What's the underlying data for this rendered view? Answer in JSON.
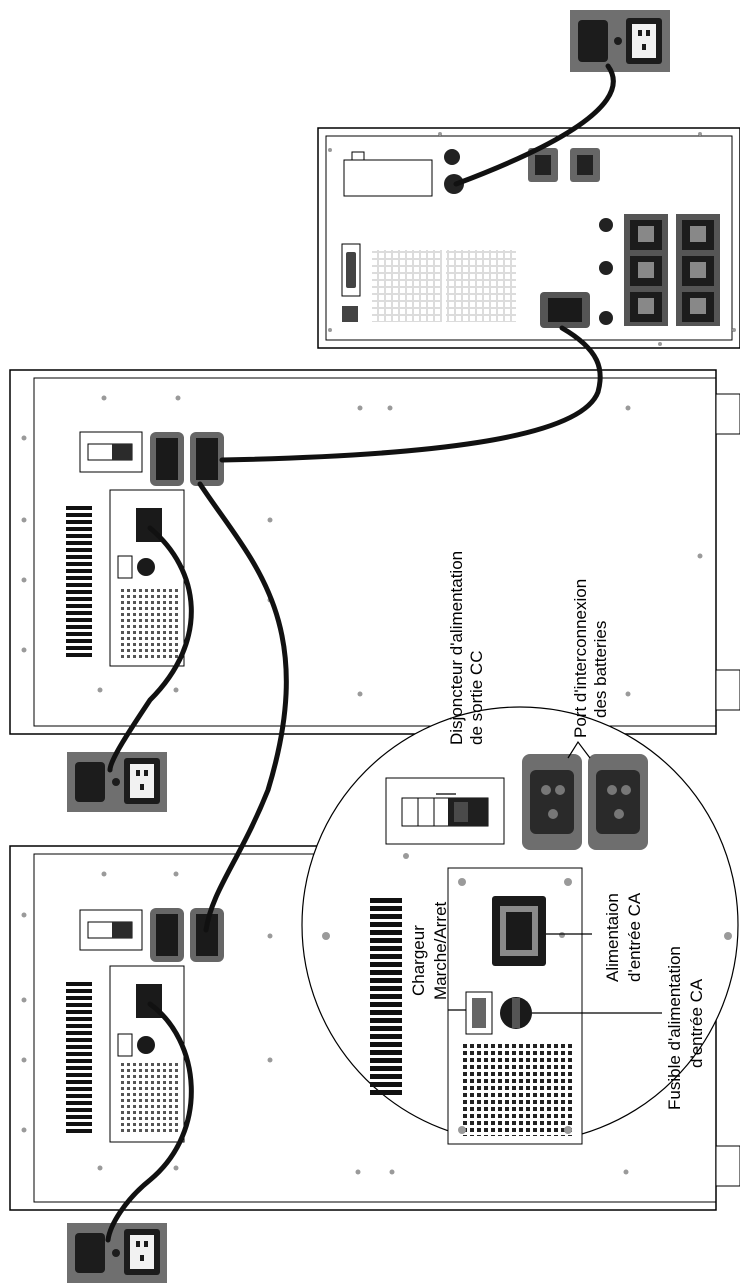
{
  "labels": {
    "breaker_line1": "Disjoncteur d'alimentation",
    "breaker_line2": "de sortie CC",
    "port_line1": "Port d'interconnexion",
    "port_line2": "des batteries",
    "ac_input_line1": "Alimentaion",
    "ac_input_line2": "d'entrée CA",
    "fuse_line1": "Fusible d'alimentation",
    "fuse_line2": "d'entrée CA",
    "charger_line1": "Chargeur",
    "charger_line2": "Marche/Arret"
  },
  "colors": {
    "outlet_body": "#6f6f6f",
    "outlet_face": "#1c1c1c",
    "cable": "#111111",
    "outline": "#000000",
    "screw": "#9a9a9a",
    "fan": "#bdbdbd"
  },
  "icons": {
    "wall_outlet": "wall-outlet-icon",
    "ups_rear_panel": "ups-rear-panel-icon",
    "battery_cabinet": "battery-cabinet-icon",
    "breaker": "breaker-icon",
    "ac_socket": "ac-socket-icon",
    "fuse": "fuse-holder-icon",
    "fan": "fan-grille-icon"
  }
}
